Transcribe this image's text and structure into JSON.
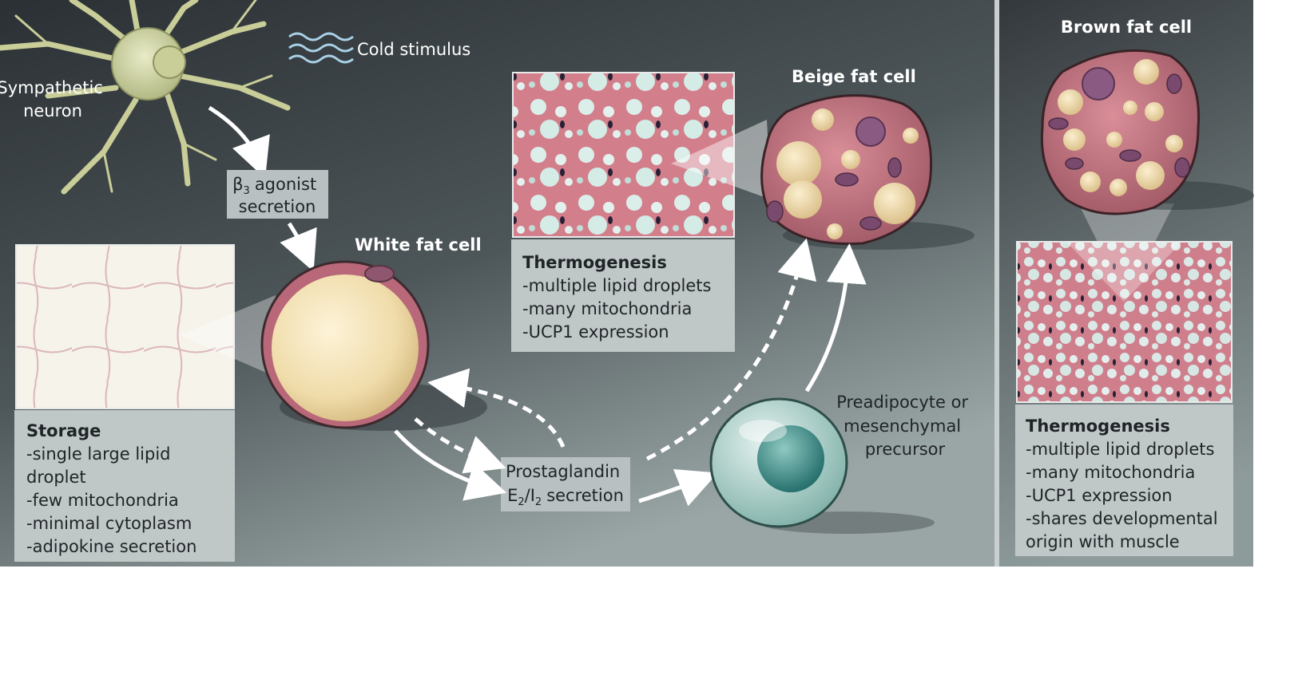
{
  "labels": {
    "sympathetic_neuron": [
      "Sympathetic",
      "neuron"
    ],
    "cold_stimulus": "Cold stimulus",
    "agonist_symbol": "β",
    "agonist_sub": "3",
    "agonist_rest": "agonist",
    "agonist_line2": "secretion",
    "white_fat_cell": "White fat cell",
    "beige_fat_cell": "Beige fat cell",
    "brown_fat_cell": "Brown fat cell",
    "preadipocyte": [
      "Preadipocyte or",
      "mesenchymal",
      "precursor"
    ],
    "prostaglandin_line1": "Prostaglandin",
    "prostaglandin_e": "E",
    "prostaglandin_e_sub": "2",
    "prostaglandin_slash": "/I",
    "prostaglandin_i_sub": "2",
    "prostaglandin_rest": "secretion"
  },
  "panels": {
    "white": {
      "heading": "Storage",
      "items": [
        "-single large lipid",
        " droplet",
        "-few mitochondria",
        "-minimal cytoplasm",
        "-adipokine secretion"
      ]
    },
    "beige": {
      "heading": "Thermogenesis",
      "items": [
        "-multiple lipid droplets",
        "-many mitochondria",
        "-UCP1 expression"
      ]
    },
    "brown": {
      "heading": "Thermogenesis",
      "items": [
        "-multiple lipid droplets",
        "-many mitochondria",
        "-UCP1 expression",
        "-shares developmental",
        " origin with muscle"
      ]
    }
  },
  "colors": {
    "background_dark": "#33383c",
    "background_light": "#8e9a9b",
    "panel": "#bfc6c6",
    "white_cell_lipid": "#f3e3b8",
    "white_cell_membrane": "#b86878",
    "thermogenic_cell": "#c8808a",
    "precursor_cell": "#b9d9d4",
    "histology_pink": "#d7868f"
  }
}
